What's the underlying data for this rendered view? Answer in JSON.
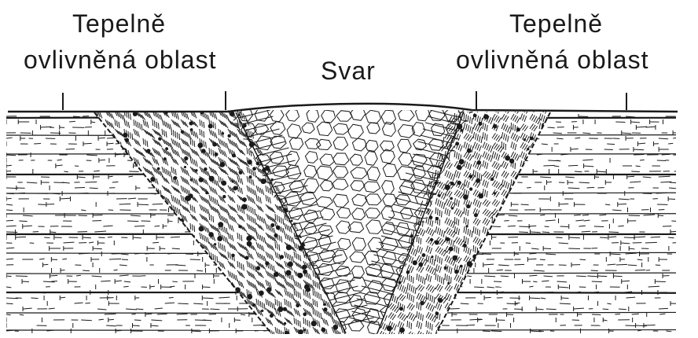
{
  "labels": {
    "left_line1": "Tepelně",
    "left_line2": "ovlivněná oblast",
    "center": "Svar",
    "right_line1": "Tepelně",
    "right_line2": "ovlivněná oblast"
  },
  "colors": {
    "ink": "#1a1a1a",
    "background": "#ffffff"
  }
}
